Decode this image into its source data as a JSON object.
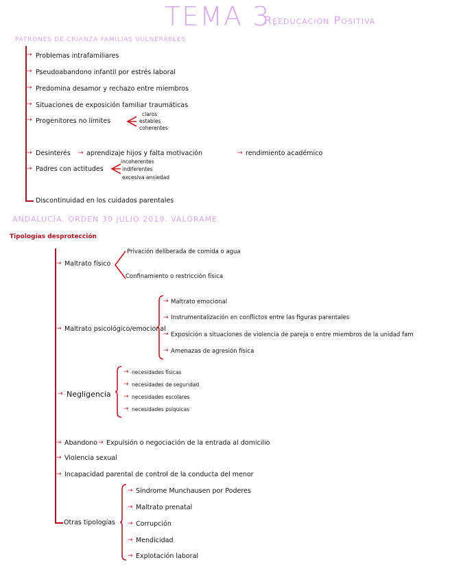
{
  "title": {
    "main": "TEMA 3.",
    "subtitle": "Reeducación Positiva"
  },
  "section1": {
    "heading": "Patrones de crianza familias vulnerables",
    "items": [
      {
        "label": "Problemas intrafamiliares"
      },
      {
        "label": "Pseudoabandono infantil por estrés laboral"
      },
      {
        "label": "Predomina desamor y rechazo entre miembros"
      },
      {
        "label": "Situaciones de exposición familiar traumáticas"
      },
      {
        "label": "Progenitores no límites",
        "sub": [
          "claros",
          "estables",
          "coherentes"
        ]
      },
      {
        "label": "Desinterés",
        "chain": [
          "aprendizaje hijos  y  falta motivación",
          "rendimiento académico"
        ]
      },
      {
        "label": "Padres con actitudes",
        "sub": [
          "incoherentes",
          "indiferentes",
          "excesiva ansiedad"
        ]
      },
      {
        "label": "Discontinuidad en los cuidados parentales"
      }
    ]
  },
  "section2": {
    "heading": "Andalucía. Orden 30 julio 2019. Valórame",
    "subheading": "Tipologías desprotección",
    "types": [
      {
        "label": "Maltrato físico",
        "sub": [
          "Privación deliberada de comida o agua",
          "Confinamiento o restricción física"
        ]
      },
      {
        "label": "Maltrato psicológico/emocional",
        "sub": [
          "Maltrato emocional",
          "Instrumentalización en conflictos entre las figuras parentales",
          "Exposición a situaciones de violencia de pareja o entre miembros de la unidad fam",
          "Amenazas de agresión física"
        ]
      },
      {
        "label": "Negligencia",
        "sub": [
          "necesidades físicas",
          "necesidades de seguridad",
          "necesidades escolares",
          "necesidades psíquicas"
        ]
      },
      {
        "label": "Abandono",
        "chain": [
          "Expulsión o negociación de la entrada al domicilio"
        ]
      },
      {
        "label": "Violencia sexual"
      },
      {
        "label": "Incapacidad parental de control de la conducta del menor"
      },
      {
        "label": "Otras tipologías",
        "sub": [
          "Síndrome Munchausen por Poderes",
          "Maltrato prenatal",
          "Corrupción",
          "Mendicidad",
          "Explotación laboral"
        ]
      }
    ]
  },
  "icons": {
    "arrow": "→"
  },
  "colors": {
    "title": "#d9a6f0",
    "accent_red": "#b3121f",
    "text": "#111111"
  }
}
